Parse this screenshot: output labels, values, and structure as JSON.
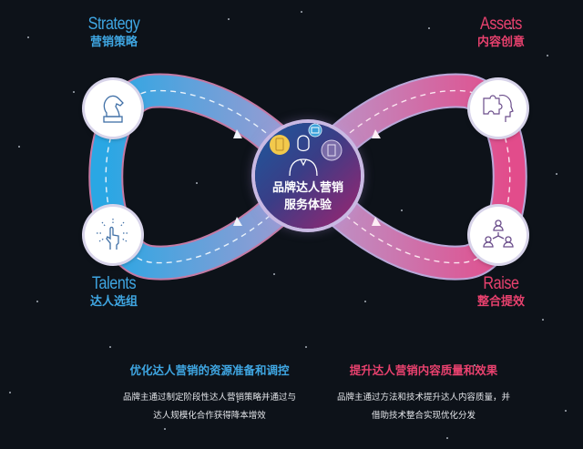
{
  "center": {
    "line1": "品牌达人营销",
    "line2": "服务体验"
  },
  "corners": {
    "strategy": {
      "en": "Strategy",
      "zh": "营销策略",
      "icon": "chess-knight-icon"
    },
    "assets": {
      "en": "Assets",
      "zh": "内容创意",
      "icon": "puzzle-head-icon"
    },
    "talents": {
      "en": "Talents",
      "zh": "达人选组",
      "icon": "pointing-hand-icon"
    },
    "raise": {
      "en": "Raise",
      "zh": "整合提效",
      "icon": "people-network-icon"
    }
  },
  "bottom": {
    "left": {
      "heading": "优化达人营销的资源准备和调控",
      "line1": "品牌主通过制定阶段性达人营销策略并通过与",
      "line2": "达人规模化合作获得降本增效"
    },
    "right": {
      "heading": "提升达人营销内容质量和效果",
      "line1": "品牌主通过方法和技术提升达人内容质量，并",
      "line2": "借助技术整合实现优化分发"
    }
  },
  "colors": {
    "blue": "#3fa6e2",
    "pink": "#e8416e",
    "background": "#0d1219"
  }
}
